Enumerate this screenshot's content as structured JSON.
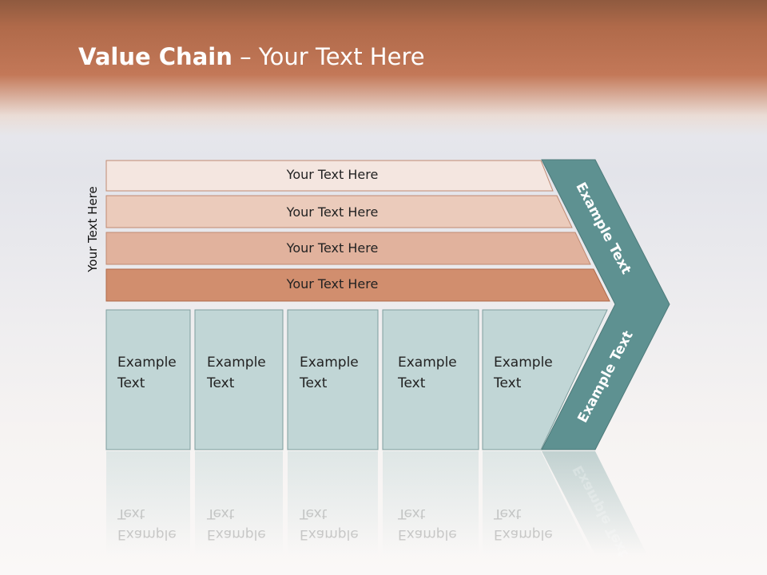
{
  "slide": {
    "title_bold": "Value Chain",
    "title_rest": " – Your Text Here",
    "side_label": "Your Text Here"
  },
  "support_rows": [
    {
      "label": "Your Text Here",
      "color": "#f4e6e0"
    },
    {
      "label": "Your Text Here",
      "color": "#ebcbbb"
    },
    {
      "label": "Your Text Here",
      "color": "#e1b29d"
    },
    {
      "label": "Your Text Here",
      "color": "#d18e6e"
    }
  ],
  "primary_cells": [
    {
      "line1": "Example",
      "line2": "Text"
    },
    {
      "line1": "Example",
      "line2": "Text"
    },
    {
      "line1": "Example",
      "line2": "Text"
    },
    {
      "line1": "Example",
      "line2": "Text"
    },
    {
      "line1": "Example",
      "line2": "Text"
    }
  ],
  "arrow": {
    "upper_label": "Example Text",
    "lower_label": "Example Text",
    "color": "#5e9191"
  },
  "colors": {
    "cell_fill": "#c1d6d6",
    "cell_border": "#7f9f9f",
    "title_band": "#c37858"
  }
}
